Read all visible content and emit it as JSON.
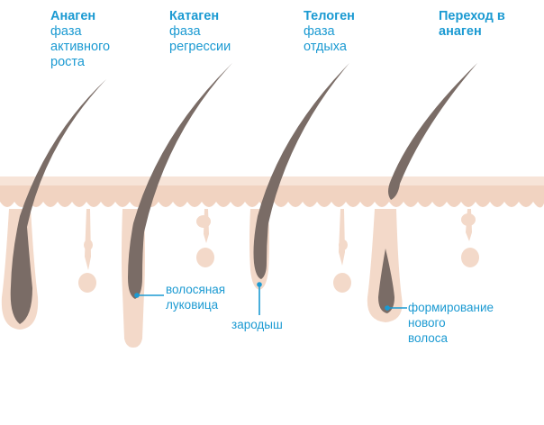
{
  "phases": [
    {
      "title": "Анаген",
      "desc": [
        "фаза",
        "активного",
        "роста"
      ]
    },
    {
      "title": "Катаген",
      "desc": [
        "фаза",
        "регрессии"
      ]
    },
    {
      "title": "Телоген",
      "desc": [
        "фаза",
        "отдыха"
      ]
    },
    {
      "title": "Переход в",
      "title2": "анаген",
      "desc": []
    }
  ],
  "labels": {
    "bulb": [
      "волосяная",
      "луковица"
    ],
    "germ": "зародыш",
    "new_hair": [
      "формирование",
      "нового",
      "волоса"
    ]
  },
  "colors": {
    "accent": "#1b9ad2",
    "skin": "#f3d9c9",
    "hair": "#7a6c66"
  }
}
